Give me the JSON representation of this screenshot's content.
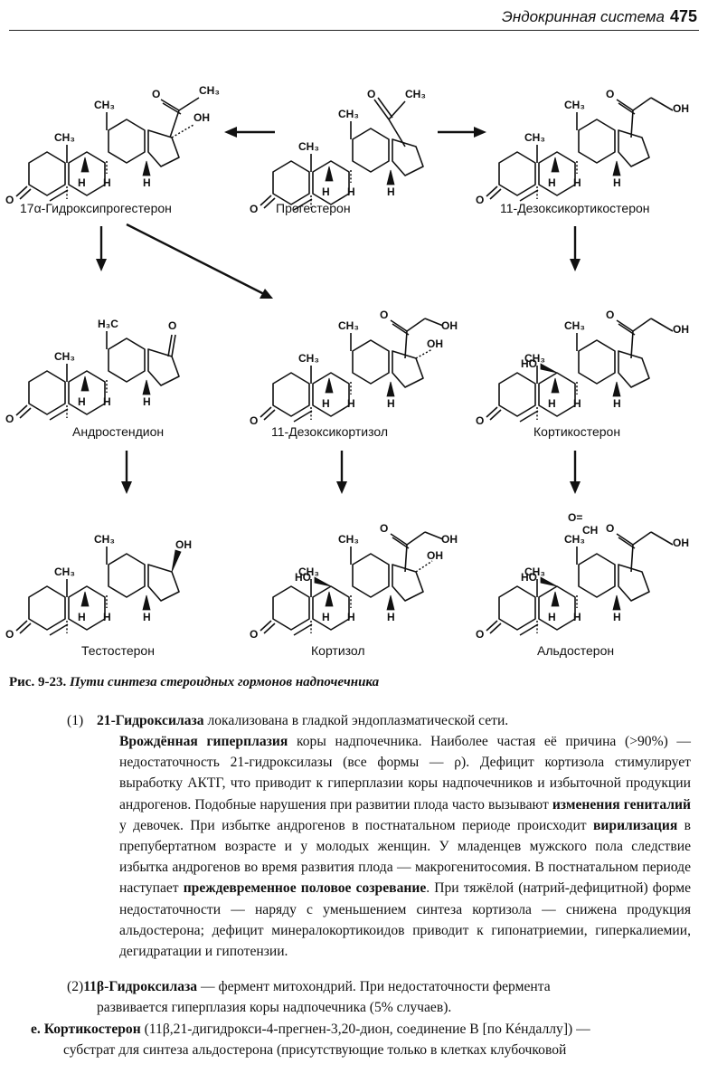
{
  "header": {
    "running_title": "Эндокринная система",
    "page_number": "475"
  },
  "atoms": {
    "o": "O",
    "ch3": "CH₃",
    "h": "H",
    "oh": "OH",
    "oh_dot": "..OH",
    "ho": "HO",
    "h3c": "H₃C",
    "ch": "CH",
    "o_eq": "O="
  },
  "compounds": {
    "c1": "17α-Гидроксипрогестерон",
    "c2": "Прогестерон",
    "c3": "11-Дезоксикортикостерон",
    "c4": "Андростендион",
    "c5": "11-Дезоксикортизол",
    "c6": "Кортикостерон",
    "c7": "Тестостерон",
    "c8": "Кортизол",
    "c9": "Альдостерон"
  },
  "caption": {
    "label": "Рис. 9-23.",
    "title": "Пути синтеза стероидных гормонов надпочечника"
  },
  "text": {
    "item1_num": "(1)",
    "item1_term": "21-Гидроксилаза",
    "item1_rest": " локализована в гладкой эндоплазматической сети.",
    "p1_b1": "Врождённая гиперплазия",
    "p1_t1": " коры надпочечника. Наиболее частая её причина (>90%) — недостаточность 21-гидроксилазы (все формы — ρ). Дефицит кортизола стимулирует выработку АКТГ, что приводит к гиперплазии коры надпочечников и избыточной продукции андрогенов. Подобные нарушения при развитии плода часто вызывают ",
    "p1_b2": "изменения гениталий",
    "p1_t2": " у девочек. При избытке андрогенов в постнатальном периоде происходит ",
    "p1_b3": "вирилизация",
    "p1_t3": " в препубертатном возрасте и у молодых женщин. У младенцев мужского пола следствие избытка андрогенов во время развития плода — макрогенитосомия. В постнатальном периоде наступает ",
    "p1_b4": "преждевременное половое созревание",
    "p1_t4": ". При тяжёлой (натрий-дефицитной) форме недостаточности — наряду с уменьшением синтеза кортизола — снижена продукция альдостерона; дефицит минералокортикоидов приводит к гипонатриемии, гиперкалиемии, дегидратации и гипотензии.",
    "item2_num": "(2)",
    "item2_term": "11β-Гидроксилаза",
    "item2_rest": " — фермент митохондрий. При недостаточности фермента",
    "p2": "развивается гиперплазия коры надпочечника (5% случаев).",
    "item3_letter": "е.",
    "item3_term": "Кортикостерон",
    "item3_rest": " (11β,21-дигидрокси-4-прегнен-3,20-дион, соединение В [по Кéндаллу]) —",
    "p3": "субстрат для синтеза альдостерона (присутствующие только в клетках клубочковой"
  }
}
